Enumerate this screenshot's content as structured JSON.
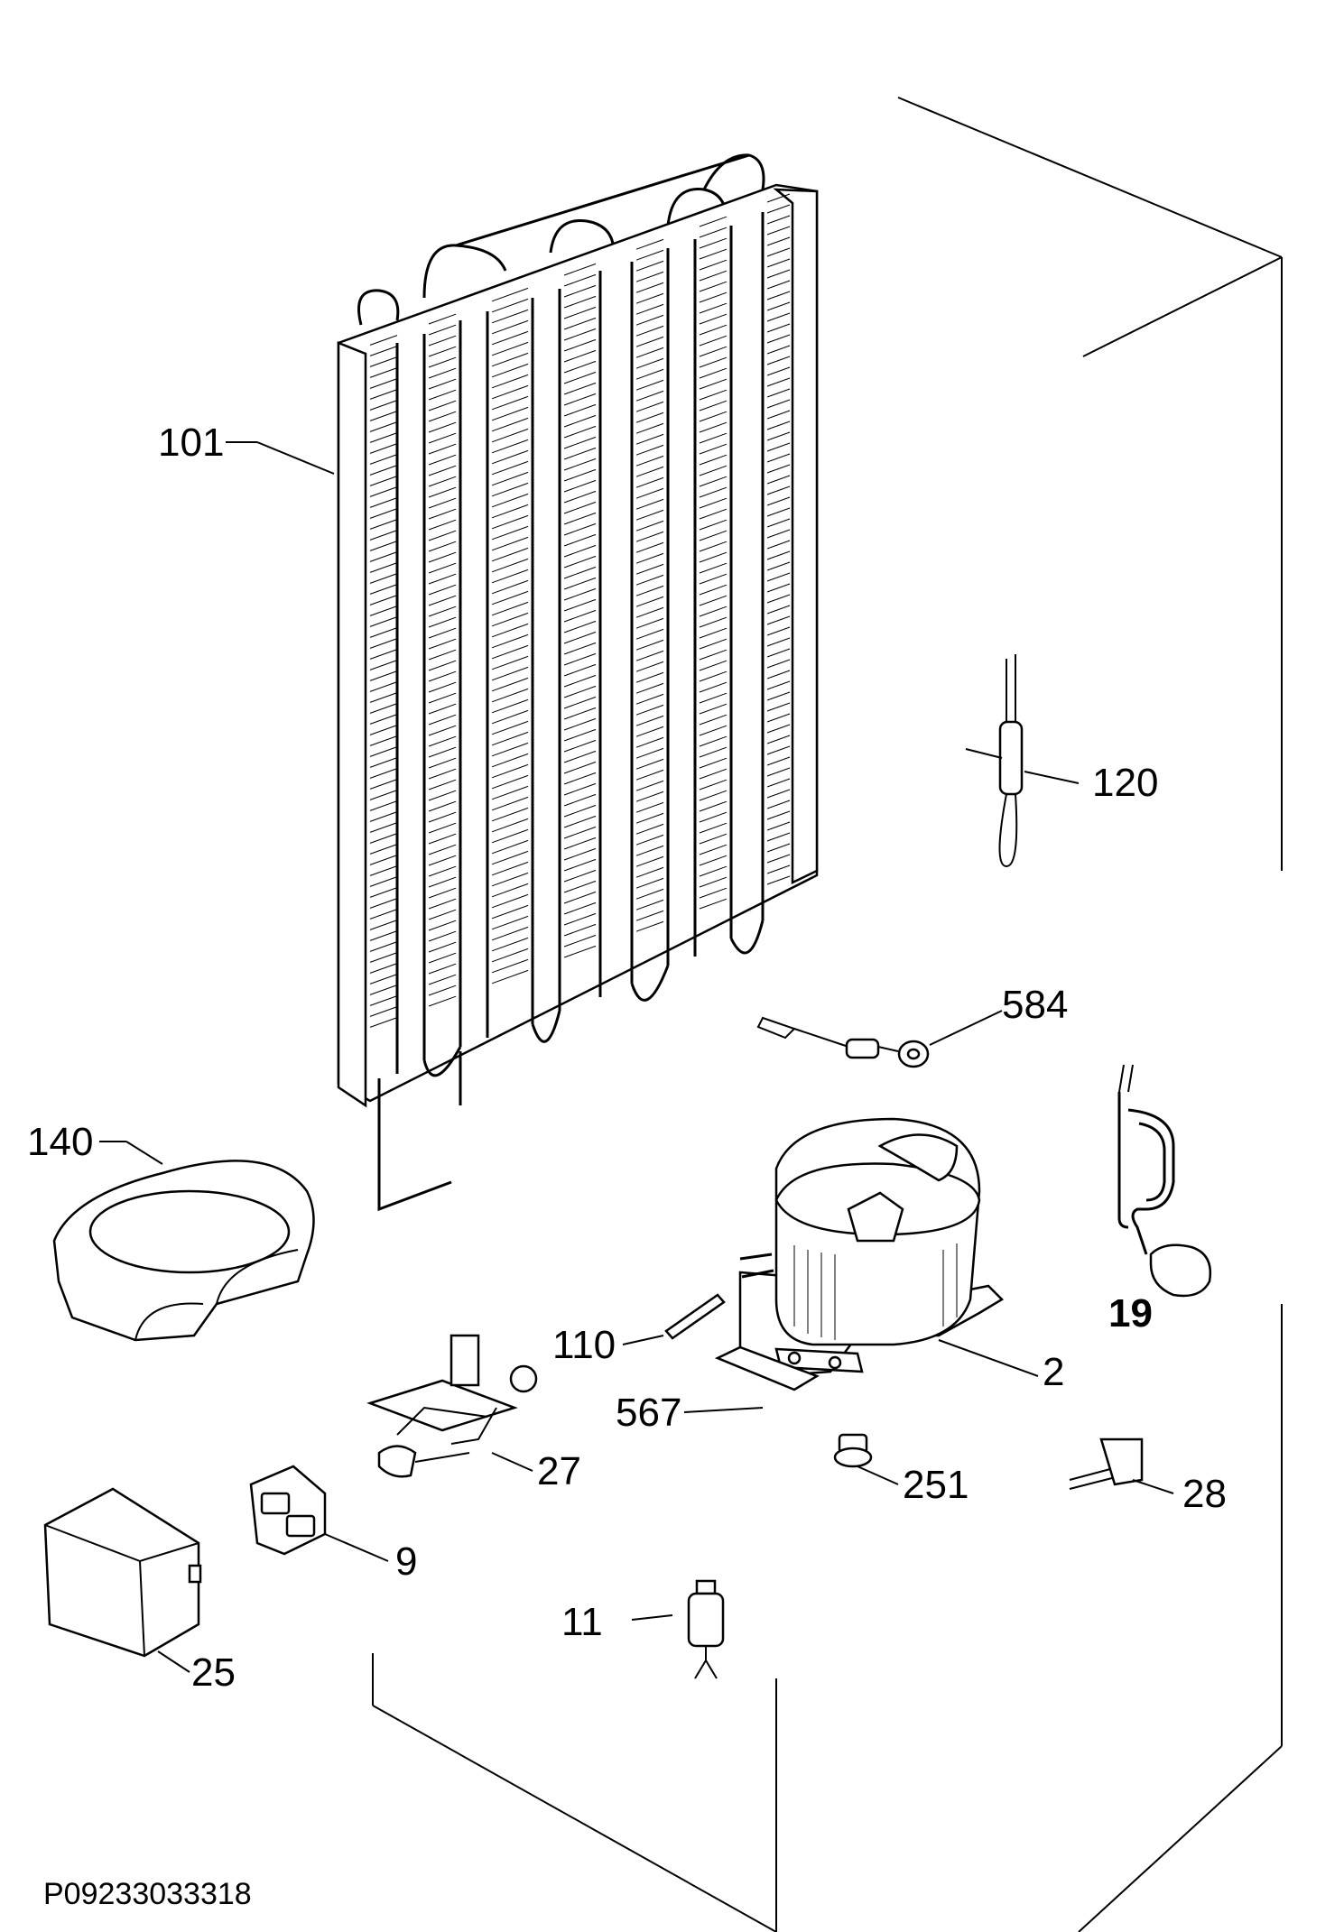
{
  "callouts": {
    "c101": "101",
    "c120": "120",
    "c584": "584",
    "c140": "140",
    "c19": "19",
    "c110": "110",
    "c2": "2",
    "c567": "567",
    "c27": "27",
    "c251": "251",
    "c28": "28",
    "c9": "9",
    "c25": "25",
    "c11": "11"
  },
  "drawing_code": "P09233033318"
}
